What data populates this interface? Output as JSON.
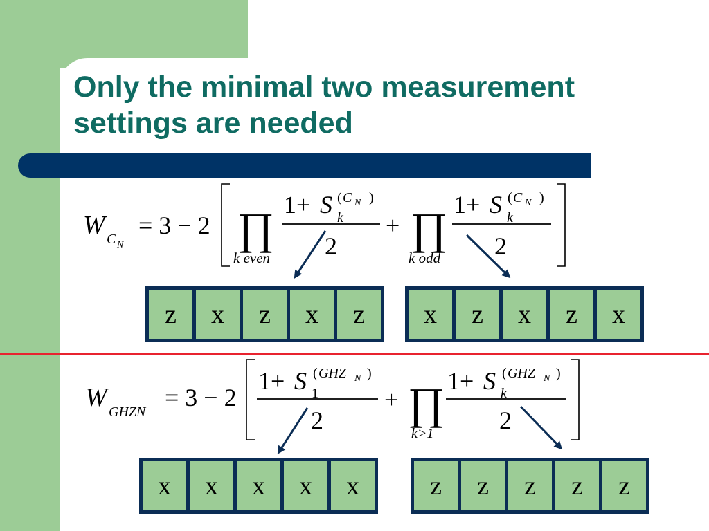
{
  "title": {
    "line1": "Only the minimal two measurement",
    "line2": "settings are needed"
  },
  "formula_cn": {
    "lhs_W": "W",
    "lhs_sub_C": "C",
    "lhs_sub_N": "N",
    "equals": "= 3 − 2",
    "prod_symbol": "∏",
    "prod1_limit": "k even",
    "prod2_limit": "k odd",
    "numerator_one_plus": "1+",
    "S": "S",
    "sub_k": "k",
    "sup_paren_open": "(",
    "sup_C": "C",
    "sup_N": "N",
    "sup_paren_close": ")",
    "denominator": "2",
    "plus": "+"
  },
  "formula_ghz": {
    "lhs_W": "W",
    "lhs_sub": "GHZN",
    "equals": "= 3 − 2",
    "numerator_one_plus": "1+",
    "S": "S",
    "sub_1": "1",
    "sub_k": "k",
    "sup_paren_open": "(",
    "sup_GHZ": "GHZ",
    "sup_N": "N",
    "sup_paren_close": ")",
    "denominator": "2",
    "plus": "+",
    "prod_symbol": "∏",
    "prod_limit": "k>1"
  },
  "measurement_rows": {
    "cn_even": [
      "z",
      "x",
      "z",
      "x",
      "z"
    ],
    "cn_odd": [
      "x",
      "z",
      "x",
      "z",
      "x"
    ],
    "ghz_first": [
      "x",
      "x",
      "x",
      "x",
      "x"
    ],
    "ghz_rest": [
      "z",
      "z",
      "z",
      "z",
      "z"
    ]
  },
  "colors": {
    "title": "#0f6b62",
    "accent_green": "#9ccc96",
    "bar_blue": "#003366",
    "divider_red": "#e8232f",
    "box_border": "#0b2d55"
  }
}
